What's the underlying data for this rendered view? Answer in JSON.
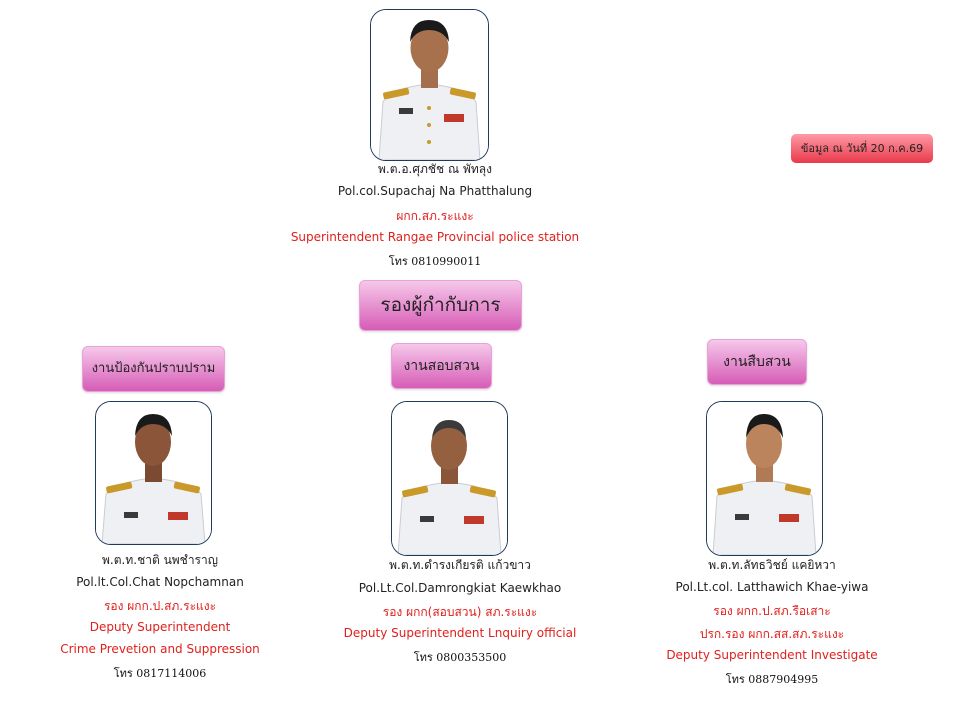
{
  "date_note": "ข้อมูล ณ วันที่ 20 ก.ค.69",
  "deputy_header": "รองผู้กำกับการ",
  "superintendent": {
    "name_th": "พ.ต.อ.ศุภชัช  ณ พัทลุง",
    "name_en": "Pol.col.Supachaj  Na Phatthalung",
    "position_th": "ผกก.สภ.ระแงะ",
    "position_en": "Superintendent Rangae Provincial police station",
    "phone": "โทร 0810990011"
  },
  "departments": [
    {
      "title": "งานป้องกันปราบปราม",
      "name_th": "พ.ต.ท.ชาติ  นพชำราญ",
      "name_en": "Pol.lt.Col.Chat  Nopchamnan",
      "position_th": "รอง ผกก.ป.สภ.ระแงะ",
      "position_en_1": "Deputy Superintendent",
      "position_en_2": "Crime Prevetion and Suppression",
      "phone": "โทร 0817114006"
    },
    {
      "title": "งานสอบสวน",
      "name_th": "พ.ต.ท.ดำรงเกียรติ  แก้วขาว",
      "name_en": "Pol.Lt.Col.Damrongkiat  Kaewkhao",
      "position_th": "รอง ผกก(สอบสวน) สภ.ระแงะ",
      "position_en": "Deputy Superintendent Lnquiry official",
      "phone": "โทร 0800353500"
    },
    {
      "title": "งานสืบสวน",
      "name_th": "พ.ต.ท.ลัทธวิชย์  แคยิหวา",
      "name_en": "Pol.Lt.col. Latthawich Khae-yiwa",
      "position_th": "รอง ผกก.ป.สภ.รือเสาะ",
      "position_th_2": "ปรก.รอง ผกก.สส.สภ.ระแงะ",
      "position_en": "Deputy Superintendent Investigate",
      "phone": "โทร 0887904995"
    }
  ]
}
